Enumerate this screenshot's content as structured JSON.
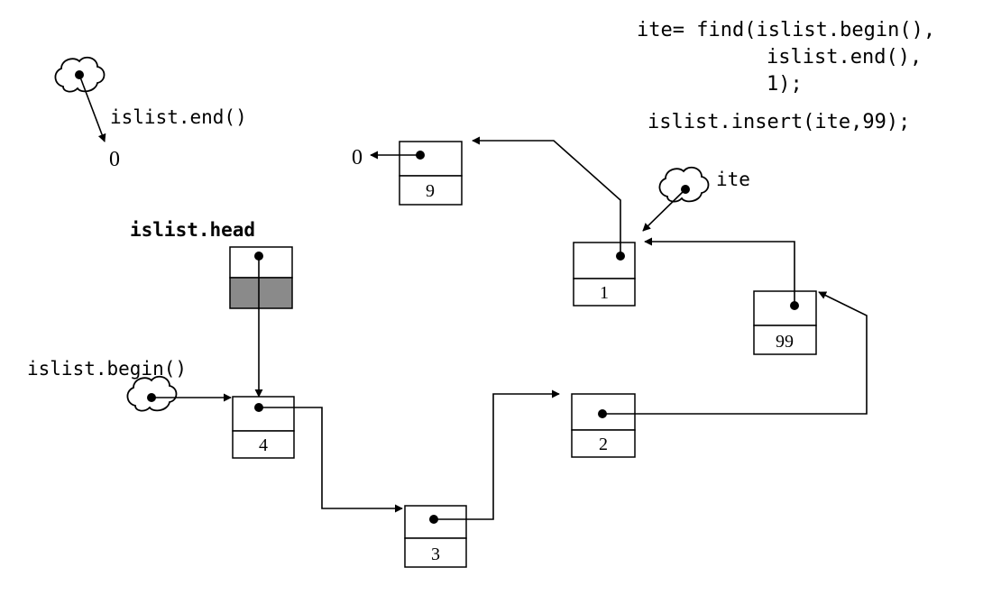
{
  "code": {
    "lines": [
      "ite= find(islist.begin(),",
      "islist.end(),",
      "1);",
      "islist.insert(ite,99);"
    ]
  },
  "labels": {
    "end_iterator": "islist.end()",
    "end_value": "0",
    "null_value": "0",
    "ite": "ite",
    "head": "islist.head",
    "begin_iterator": "islist.begin()"
  },
  "nodes": {
    "n9": "9",
    "n1": "1",
    "n99": "99",
    "n4": "4",
    "n3": "3",
    "n2": "2"
  },
  "colors": {
    "line": "#000000",
    "shaded_cell": "#8a8a8a",
    "background": "#ffffff"
  },
  "icons": {
    "iterator": "cloud-pointer-icon",
    "pointer": "dot-icon"
  }
}
